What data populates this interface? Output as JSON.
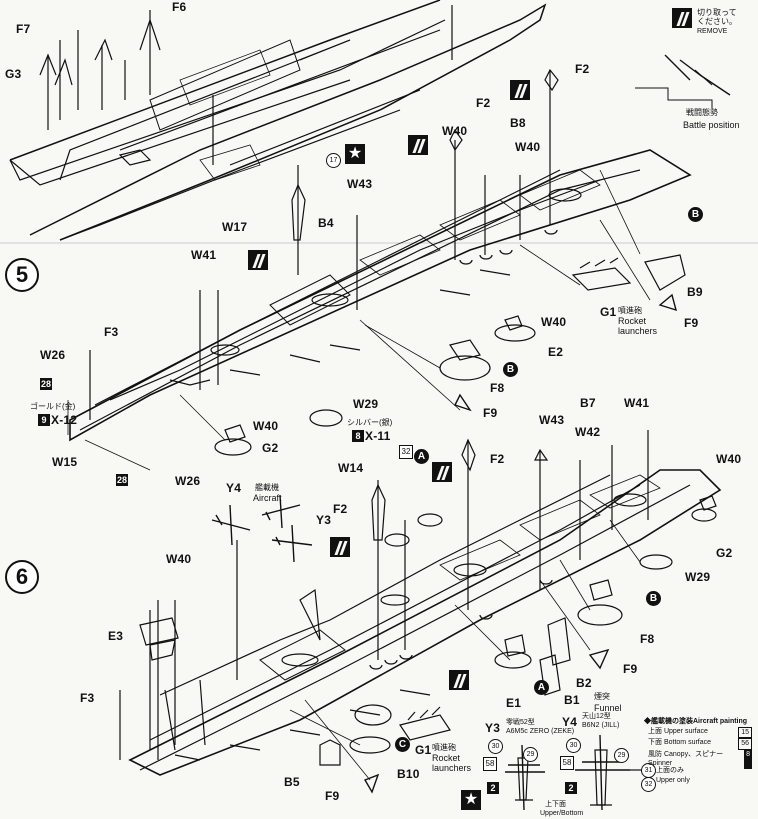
{
  "steps": {
    "step5": "5",
    "step6": "6"
  },
  "top_right": {
    "jp_remove": "切り取って\nください。",
    "remove": "REMOVE",
    "jp_battle": "戦闘態勢",
    "battle": "Battle position"
  },
  "callouts": {
    "A": "A",
    "B": "B",
    "C": "C"
  },
  "step5_parts": {
    "F6": "F6",
    "F7": "F7",
    "G3": "G3",
    "F2_top": "F2",
    "F2_a": "F2",
    "W40_a": "W40",
    "B8": "B8",
    "W40_b": "W40",
    "W43": "W43",
    "W17": "W17",
    "B4": "B4",
    "B9": "B9",
    "F9_a": "F9",
    "G1": "G1",
    "W40_c": "W40",
    "E2": "E2",
    "W41": "W41",
    "F3": "F3",
    "W26_a": "W26",
    "F8": "F8",
    "F9_b": "F9",
    "W29": "W29",
    "W40_d": "W40",
    "G2": "G2",
    "W15": "W15",
    "W26_b": "W26",
    "part17": "17"
  },
  "step5_text": {
    "rocket": "Rocket\nlaunchers",
    "jp_rocket": "噴進砲",
    "gold_jp": "ゴールド(金)",
    "gold_code": "X-12",
    "gold_num": "9",
    "silver_jp": "シルバー(銀)",
    "silver_code": "X-11",
    "silver_num": "8",
    "paint28a": "28",
    "paint28b": "28"
  },
  "step6_parts": {
    "W43": "W43",
    "B7": "B7",
    "W41": "W41",
    "W42": "W42",
    "W40_a": "W40",
    "W14": "W14",
    "F2_a": "F2",
    "F2_b": "F2",
    "Y4": "Y4",
    "Y3": "Y3",
    "W40_b": "W40",
    "G2": "G2",
    "W29": "W29",
    "F8": "F8",
    "F9_a": "F9",
    "E3": "E3",
    "F3": "F3",
    "E1": "E1",
    "B1": "B1",
    "B2": "B2",
    "G1": "G1",
    "B5": "B5",
    "B10": "B10",
    "F9_b": "F9",
    "paint32": "32"
  },
  "step6_text": {
    "aircraft_jp": "艦載機",
    "aircraft": "Aircraft",
    "funnel_jp": "煙突",
    "funnel": "Funnel",
    "rocket": "Rocket\nlaunchers",
    "jp_rocket": "噴進砲"
  },
  "aircraft_detail": {
    "y3": "Y3",
    "y3_jp": "零戦52型",
    "y3_name": "A6M5c ZERO (ZEKE)",
    "y4": "Y4",
    "y4_jp": "天山12型",
    "y4_name": "B6N2 (JILL)",
    "n30a": "30",
    "n29a": "29",
    "n58a": "58",
    "n2a": "2",
    "n30b": "30",
    "n29b": "29",
    "n58b": "58",
    "n2b": "2",
    "n31": "31",
    "n32": "32",
    "upper_bottom_jp": "上下面",
    "upper_bottom": "Upper/Bottom",
    "upper_only_jp": "上面のみ",
    "upper_only": "Upper only"
  },
  "legend": {
    "title": "◆艦載機の塗装Aircraft painting",
    "rows": [
      {
        "label": "上面 Upper surface",
        "code": "15"
      },
      {
        "label": "下面 Bottom surface",
        "code": "56"
      },
      {
        "label": "風防 Canopy、スピナー Spinner",
        "code": "8"
      }
    ]
  },
  "icons": [
    "glue-icon",
    "star-icon",
    "scissors-icon"
  ]
}
